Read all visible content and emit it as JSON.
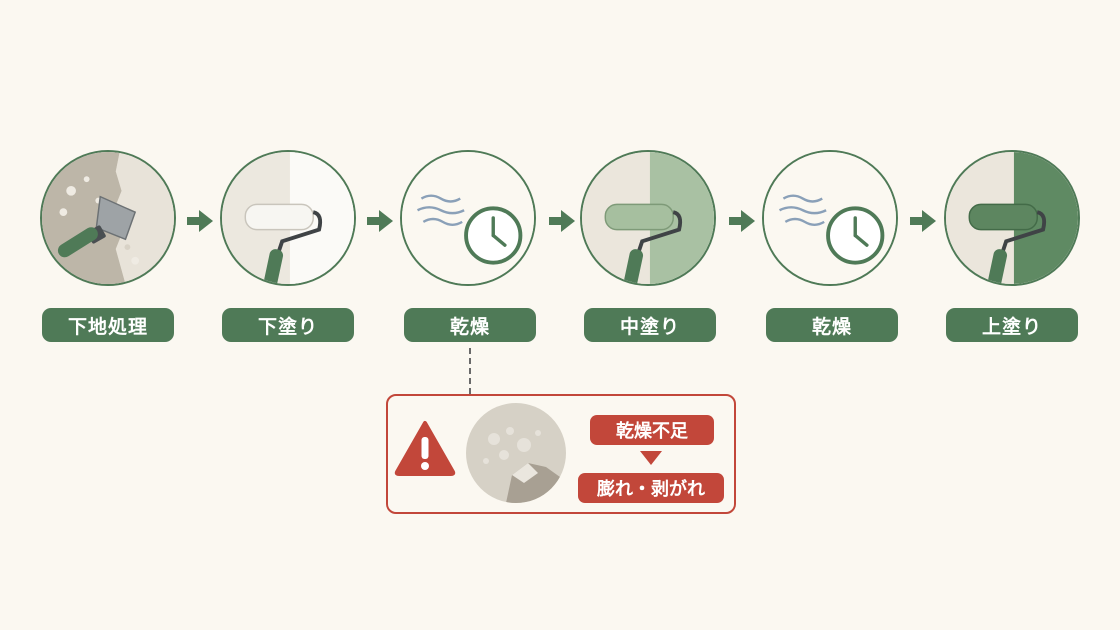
{
  "steps": [
    {
      "label": "下地処理",
      "icon": "scraper-icon"
    },
    {
      "label": "下塗り",
      "icon": "white-roller-icon"
    },
    {
      "label": "乾燥",
      "icon": "drying-clock-icon"
    },
    {
      "label": "中塗り",
      "icon": "light-green-roller-icon"
    },
    {
      "label": "乾燥",
      "icon": "drying-clock-icon"
    },
    {
      "label": "上塗り",
      "icon": "dark-green-roller-icon"
    }
  ],
  "warning": {
    "cause": "乾燥不足",
    "effect": "膨れ・剥がれ",
    "icon": "warning-icon"
  },
  "colors": {
    "accent_green": "#4f7a57",
    "warning_red": "#c2473a",
    "background": "#fbf8f1"
  }
}
